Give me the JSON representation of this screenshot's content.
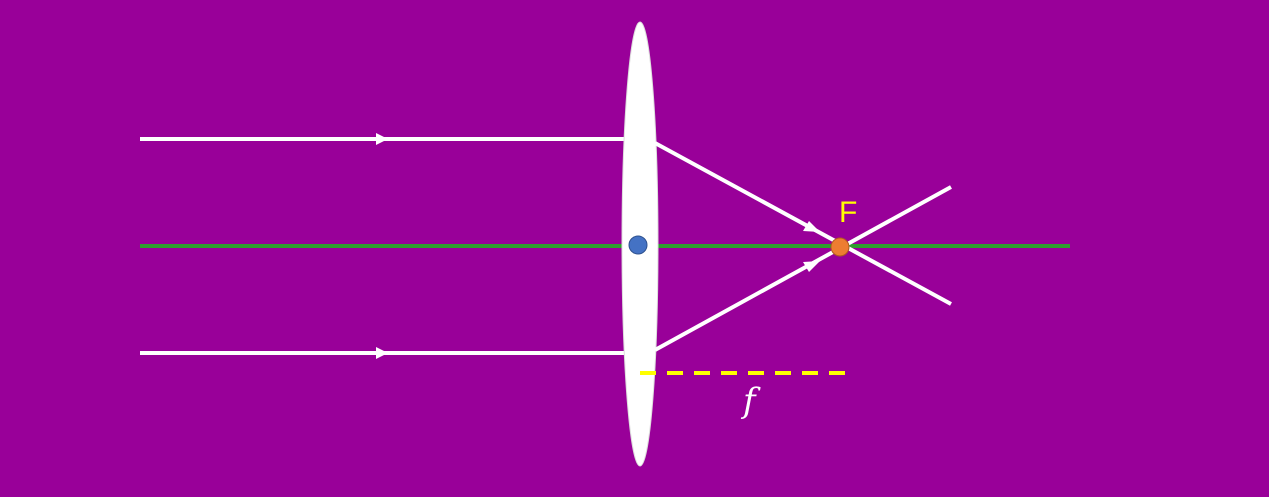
{
  "diagram": {
    "focus_label": "F",
    "focal_length_label": "f",
    "colors": {
      "background": "#990099",
      "lens": "#FFFFFF",
      "ray": "#FFFFFF",
      "optical_axis": "#2E9E2E",
      "lens_center": "#4472C4",
      "focal_point": "#ED7D31",
      "focal_length_marker": "#FFFF00",
      "focus_label": "#FFFF00"
    },
    "icons": {
      "lens": "convex-lens-shape",
      "arrowhead": "arrowhead-right"
    }
  }
}
